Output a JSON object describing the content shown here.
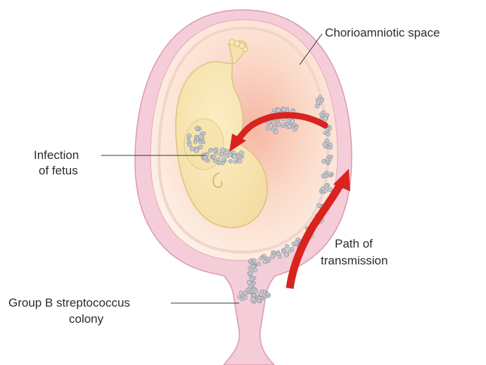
{
  "labels": {
    "chorioamniotic_space": "Chorioamniotic space",
    "infection_line1": "Infection",
    "infection_line2": "of fetus",
    "path_line1": "Path of",
    "path_line2": "transmission",
    "gbs_line1": "Group B streptococcus",
    "gbs_line2": "colony"
  },
  "colors": {
    "uterine_wall": "#f5cdd9",
    "wall_outline": "#d99aae",
    "amniotic_fluid": "#fdeee4",
    "fetus": "#f8e8b4",
    "bacteria": "#b9bcc4",
    "arrow": "#d8231f",
    "leader_line": "#333333"
  }
}
